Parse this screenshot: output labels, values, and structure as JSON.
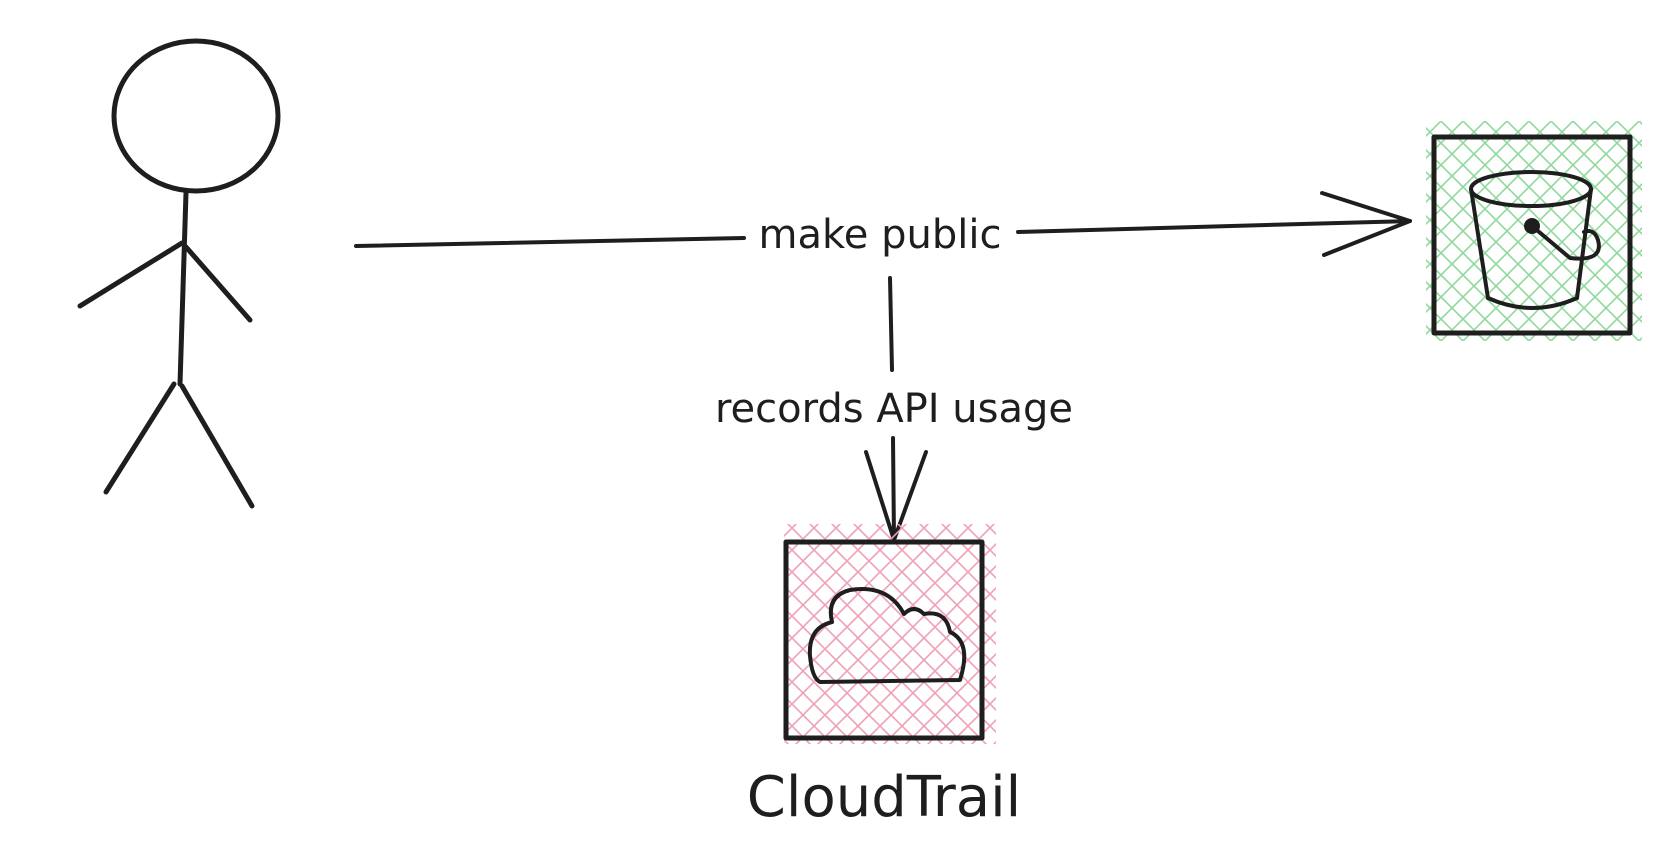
{
  "diagram": {
    "nodes": {
      "user": {
        "kind": "stick-figure",
        "icon": "person-icon"
      },
      "bucket": {
        "kind": "service-box",
        "icon": "s3-bucket-icon",
        "fill_color": "#8fd99c",
        "label": ""
      },
      "cloudtrail": {
        "kind": "service-box",
        "icon": "cloud-icon",
        "fill_color": "#f0a0b4",
        "label": "CloudTrail"
      }
    },
    "edges": {
      "make_public": {
        "from": "user",
        "to": "bucket",
        "label": "make public"
      },
      "records": {
        "from": "make_public",
        "to": "cloudtrail",
        "label": "records API usage"
      }
    },
    "stroke_color": "#1e1e1e"
  }
}
